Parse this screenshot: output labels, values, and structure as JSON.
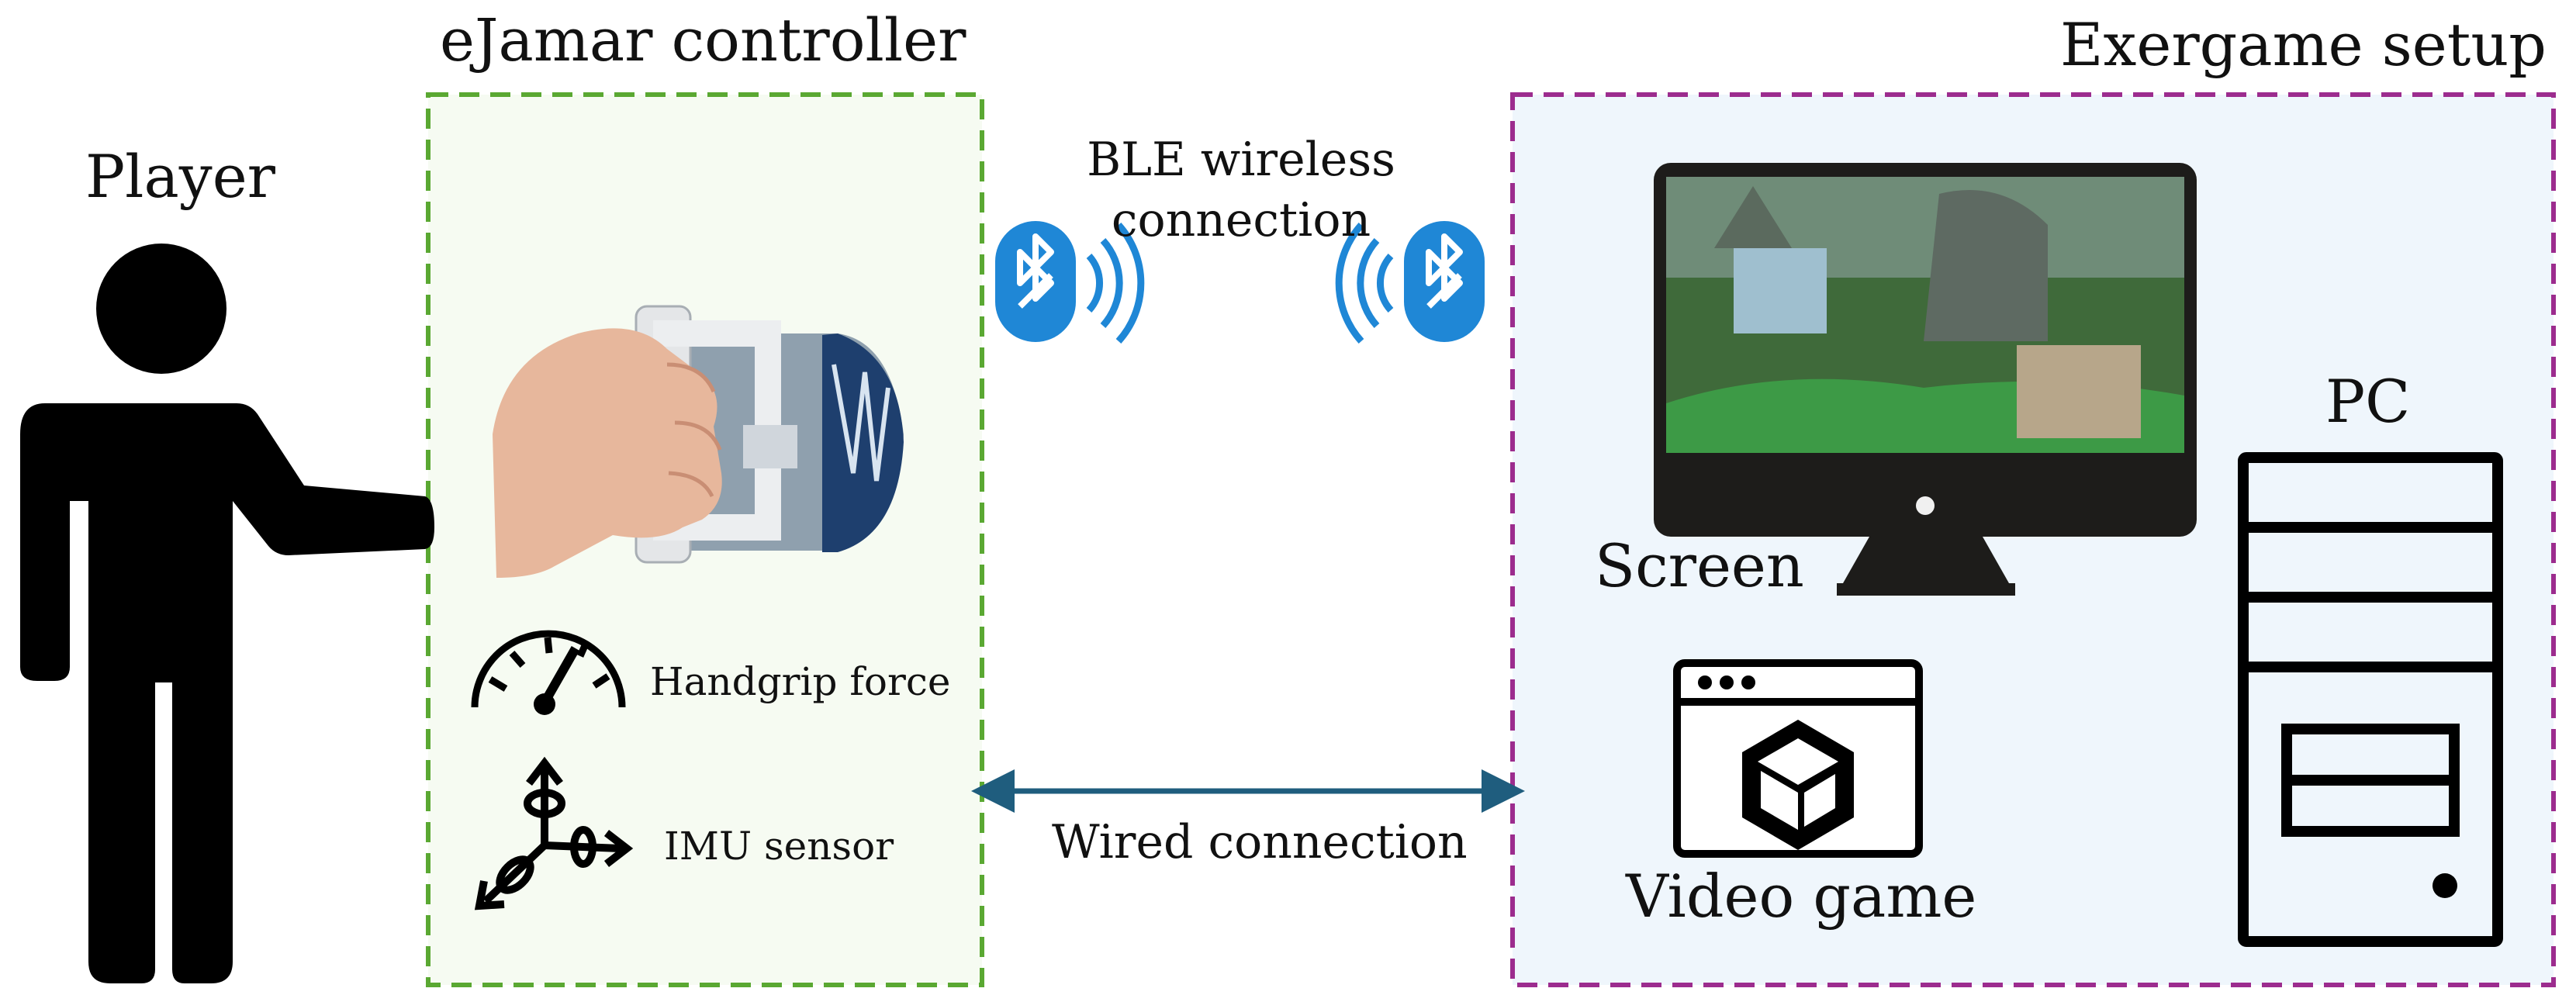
{
  "player": {
    "label": "Player"
  },
  "controller": {
    "title": "eJamar controller",
    "handgrip_label": "Handgrip force",
    "imu_label": "IMU sensor"
  },
  "wireless": {
    "line1": "BLE wireless",
    "line2": "connection"
  },
  "wired": {
    "label": "Wired connection"
  },
  "exergame": {
    "title": "Exergame setup",
    "screen_label": "Screen",
    "pc_label": "PC",
    "videogame_label": "Video game"
  },
  "colors": {
    "controller_border": "#5aa832",
    "exergame_border": "#9c2c8e",
    "controller_fill": "#f6fbf2",
    "exergame_fill": "#eff6fc",
    "bluetooth": "#1f87d6",
    "wired_arrow": "#1f5d7e"
  },
  "icons": [
    "person-icon",
    "bluetooth-icon",
    "gauge-icon",
    "imu-axes-icon",
    "monitor-icon",
    "unity-window-icon",
    "pc-tower-icon"
  ]
}
